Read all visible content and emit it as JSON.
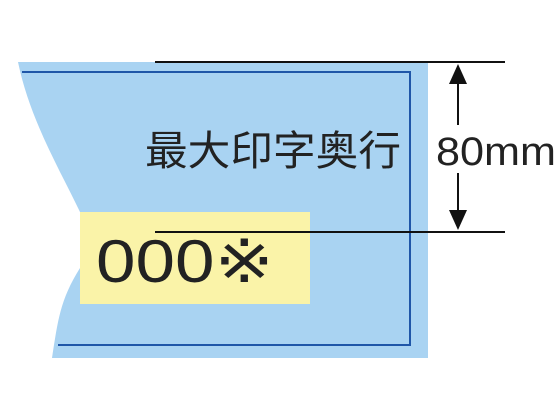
{
  "diagram": {
    "heading": "最大印字奥行",
    "dimension_label": "80mm",
    "sample_print": "000※",
    "colors": {
      "tape_fill": "#a9d3f2",
      "tape_border": "#1f56a8",
      "print_area_fill": "#faf3a8",
      "dimension_lines": "#111111",
      "text": "#222222",
      "background": "#ffffff"
    }
  }
}
